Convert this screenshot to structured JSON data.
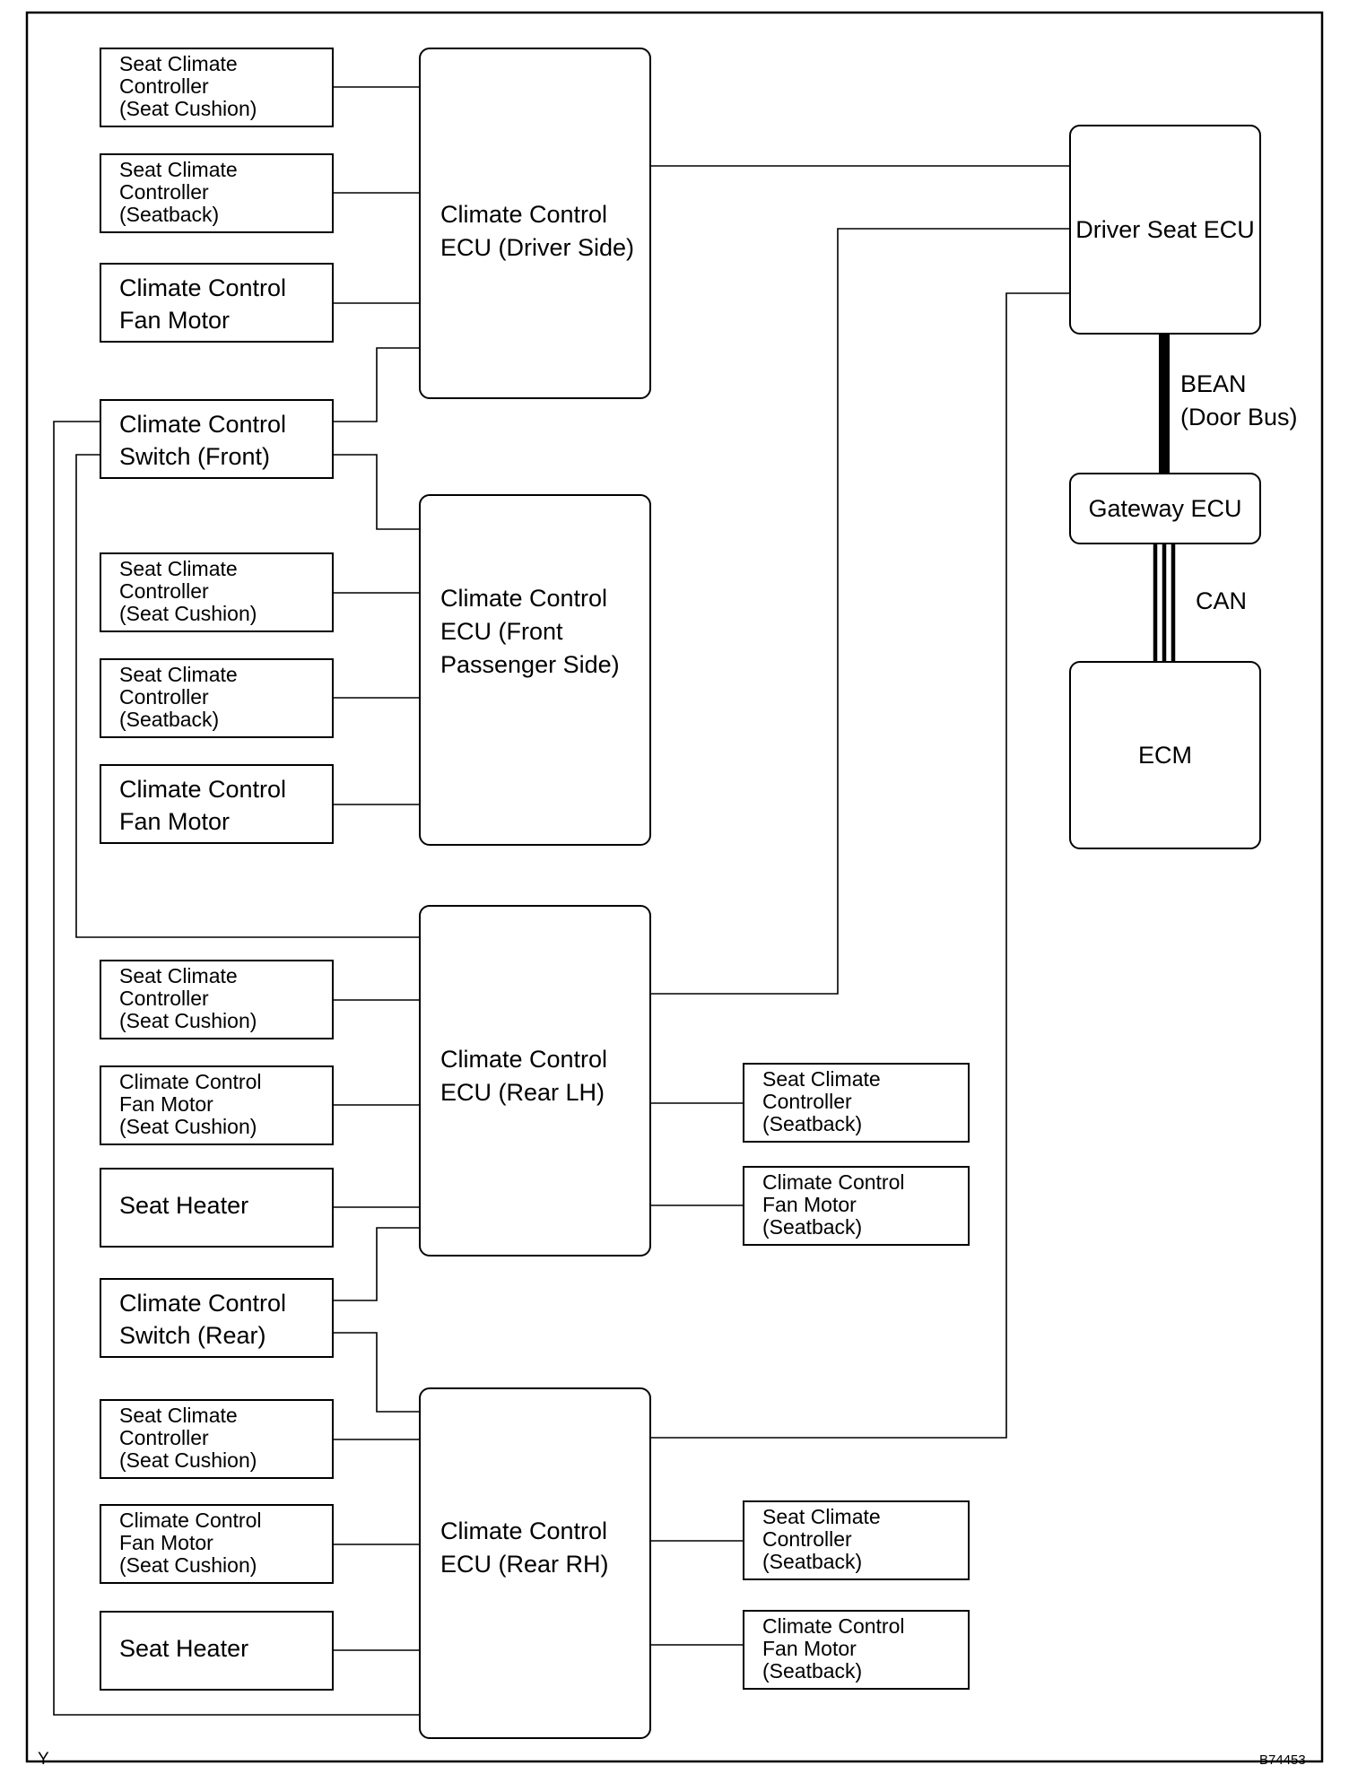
{
  "diagram": {
    "frame_corner_mark": "Y",
    "figure_code": "B74453",
    "bus_labels": {
      "bean": "BEAN\n(Door Bus)",
      "can": "CAN"
    },
    "nodes": {
      "driver_ecu": "Climate Control\nECU (Driver Side)",
      "passenger_ecu": "Climate Control\nECU (Front\nPassenger Side)",
      "rear_lh_ecu": "Climate Control\nECU (Rear LH)",
      "rear_rh_ecu": "Climate Control\nECU (Rear RH)",
      "driver_seat_ecu": "Driver Seat ECU",
      "gateway_ecu": "Gateway ECU",
      "ecm": "ECM",
      "switch_front": "Climate Control\nSwitch (Front)",
      "switch_rear": "Climate Control\nSwitch (Rear)",
      "d_seat_cushion": "Seat Climate\nController\n(Seat Cushion)",
      "d_seatback": "Seat Climate\nController\n(Seatback)",
      "d_fan": "Climate Control\nFan Motor",
      "p_seat_cushion": "Seat Climate\nController\n(Seat Cushion)",
      "p_seatback": "Seat Climate\nController\n(Seatback)",
      "p_fan": "Climate Control\nFan Motor",
      "rl_seat_cushion": "Seat Climate\nController\n(Seat Cushion)",
      "rl_fan_cushion": "Climate Control\nFan Motor\n(Seat Cushion)",
      "rl_heater": "Seat Heater",
      "rl_seatback": "Seat Climate\nController\n(Seatback)",
      "rl_fan_seatback": "Climate Control\nFan Motor\n(Seatback)",
      "rr_seat_cushion": "Seat Climate\nController\n(Seat Cushion)",
      "rr_fan_cushion": "Climate Control\nFan Motor\n(Seat Cushion)",
      "rr_heater": "Seat Heater",
      "rr_seatback": "Seat Climate\nController\n(Seatback)",
      "rr_fan_seatback": "Climate Control\nFan Motor\n(Seatback)"
    }
  }
}
